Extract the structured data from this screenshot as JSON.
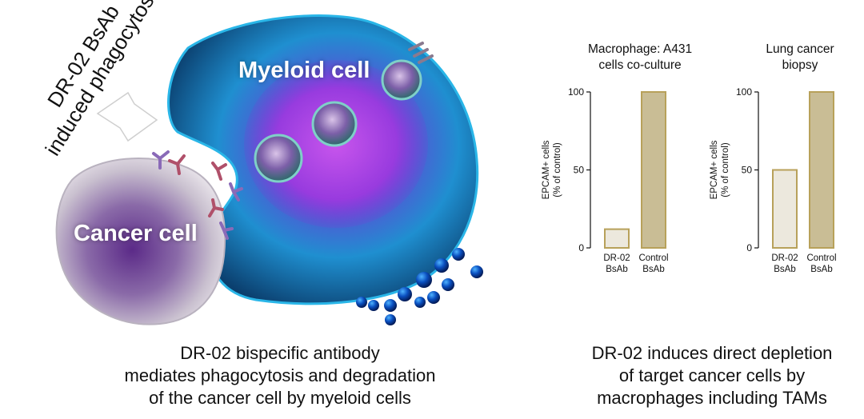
{
  "illustration": {
    "arrow_label_line1": "DR-02 BsAb",
    "arrow_label_line2": "induced phagocytosis",
    "myeloid_label": "Myeloid cell",
    "cancer_label": "Cancer cell"
  },
  "captions": {
    "left": [
      "DR-02 bispecific antibody",
      "mediates phagocytosis and degradation",
      "of the cancer cell by myeloid cells"
    ],
    "right": [
      "DR-02 induces direct depletion",
      "of target cancer cells by",
      "macrophages including TAMs"
    ]
  },
  "colors": {
    "bar_dr02": "#ece8dd",
    "bar_control": "#c9bd95",
    "bar_edge": "#b8a15a"
  },
  "chart_data": [
    {
      "type": "bar",
      "title": [
        "Macrophage: A431",
        "cells co-culture"
      ],
      "categories": [
        [
          "DR-02",
          "BsAb"
        ],
        [
          "Control",
          "BsAb"
        ]
      ],
      "values": [
        12,
        100
      ],
      "ylabel": [
        "EPCAM+ cells",
        "(% of control)"
      ],
      "ylim": [
        0,
        100
      ],
      "yticks": [
        0,
        50,
        100
      ]
    },
    {
      "type": "bar",
      "title": [
        "Lung cancer",
        "biopsy"
      ],
      "categories": [
        [
          "DR-02",
          "BsAb"
        ],
        [
          "Control",
          "BsAb"
        ]
      ],
      "values": [
        50,
        100
      ],
      "ylabel": [
        "EPCAM+ cells",
        "(% of control)"
      ],
      "ylim": [
        0,
        100
      ],
      "yticks": [
        0,
        50,
        100
      ]
    }
  ]
}
